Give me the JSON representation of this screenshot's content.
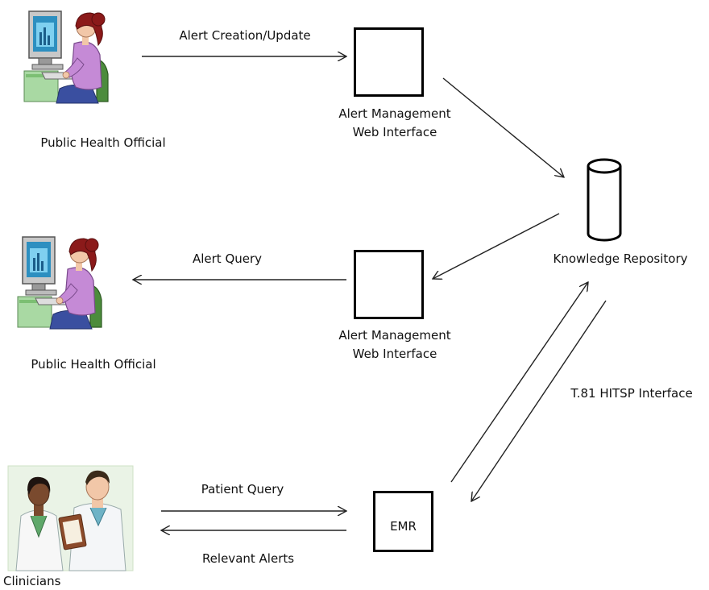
{
  "diagram": {
    "actors": {
      "top_official": "Public Health Official",
      "middle_official": "Public Health Official",
      "clinicians": "Clinicians"
    },
    "nodes": {
      "top_interface": [
        "Alert Management",
        "Web Interface"
      ],
      "middle_interface": [
        "Alert Management",
        "Web Interface"
      ],
      "repository": "Knowledge Repository",
      "emr": "EMR"
    },
    "edges": {
      "alert_creation": "Alert Creation/Update",
      "alert_query": "Alert Query",
      "patient_query": "Patient Query",
      "relevant_alerts": "Relevant Alerts",
      "hitsp_interface": "T.81 HITSP Interface"
    }
  }
}
